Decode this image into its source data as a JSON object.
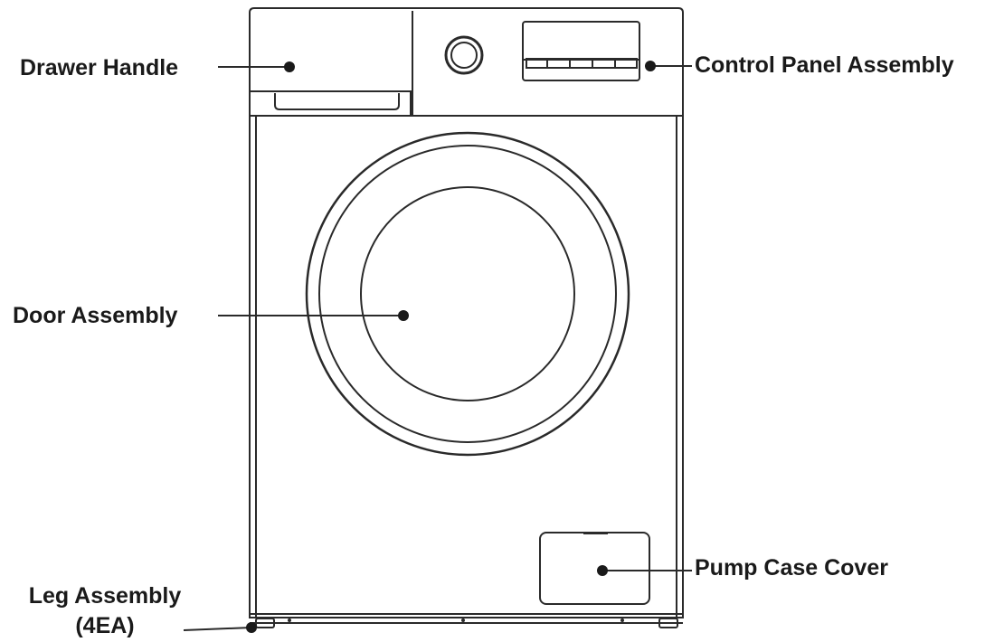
{
  "labels": {
    "drawer_handle": "Drawer Handle",
    "control_panel": "Control Panel Assembly",
    "door_assembly": "Door Assembly",
    "pump_case_cover": "Pump Case Cover",
    "leg_assembly_line1": "Leg Assembly",
    "leg_assembly_line2": "(4EA)"
  },
  "colors": {
    "stroke": "#2a2a2a",
    "text": "#1a1a1a",
    "background": "#ffffff"
  }
}
